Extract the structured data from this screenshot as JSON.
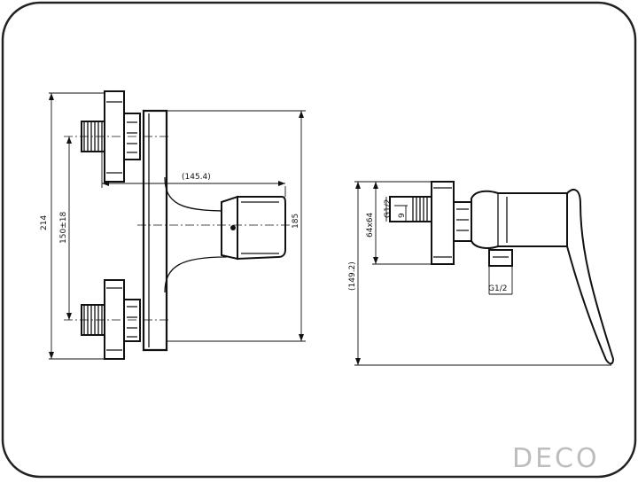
{
  "front_view": {
    "dim_total_height": "214",
    "dim_center_spacing": "150±18",
    "dim_projection": "(145.4)",
    "dim_body_height": "185"
  },
  "side_view": {
    "dim_thread_top": "G1/2",
    "dim_thread_depth": "9",
    "dim_flange": "64x64",
    "dim_overall": "(149.2)",
    "dim_outlet_thread": "G1/2"
  },
  "brand": {
    "logo_text": "DECO"
  },
  "colors": {
    "line": "#111111",
    "logo": "#bdbdbd",
    "frame": "#222222"
  }
}
